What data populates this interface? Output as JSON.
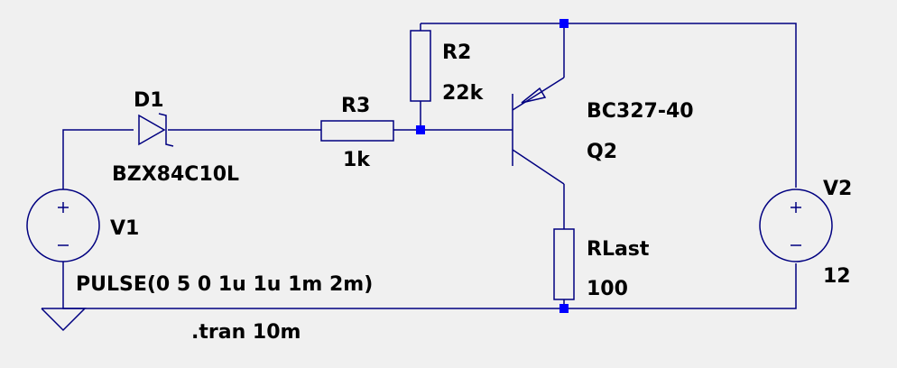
{
  "components": {
    "d1": {
      "ref": "D1",
      "value": "BZX84C10L"
    },
    "r3": {
      "ref": "R3",
      "value": "1k"
    },
    "r2": {
      "ref": "R2",
      "value": "22k"
    },
    "q2": {
      "ref": "Q2",
      "value": "BC327-40"
    },
    "rlast": {
      "ref": "RLast",
      "value": "100"
    },
    "v1": {
      "ref": "V1",
      "value": "PULSE(0 5 0 1u 1u 1m 2m)"
    },
    "v2": {
      "ref": "V2",
      "value": "12"
    }
  },
  "directives": {
    "tran": ".tran 10m"
  },
  "colors": {
    "wire": "#000080",
    "node": "#0000ff",
    "background": "#f0f0f0",
    "text": "#000000"
  }
}
